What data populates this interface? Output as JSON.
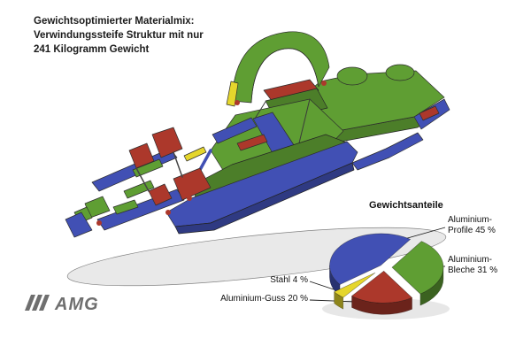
{
  "header": {
    "line1": "Gewichtsoptimierter Materialmix:",
    "line2": "Verwindungssteife Struktur mit nur",
    "line3": "241 Kilogramm Gewicht"
  },
  "logo": {
    "brand": "AMG"
  },
  "colors": {
    "blue": "#4150b4",
    "green": "#5f9e33",
    "red": "#ac382b",
    "yellow": "#e5d62c"
  },
  "chart_data": {
    "type": "pie",
    "title": "Gewichtsanteile",
    "style": "3d-exploded",
    "legend_position": "around",
    "slices": [
      {
        "label": "Aluminium-Profile",
        "value": 45,
        "unit": "%",
        "color": "#4150b4",
        "lines": [
          "Aluminium-",
          "Profile 45 %"
        ]
      },
      {
        "label": "Aluminium-Bleche",
        "value": 31,
        "unit": "%",
        "color": "#5f9e33",
        "lines": [
          "Aluminium-",
          "Bleche 31 %"
        ]
      },
      {
        "label": "Stahl",
        "value": 4,
        "unit": "%",
        "color": "#e5d62c",
        "lines": [
          "Stahl 4 %"
        ]
      },
      {
        "label": "Aluminium-Guss",
        "value": 20,
        "unit": "%",
        "color": "#ac382b",
        "lines": [
          "Aluminium-Guss 20 %"
        ]
      }
    ]
  }
}
